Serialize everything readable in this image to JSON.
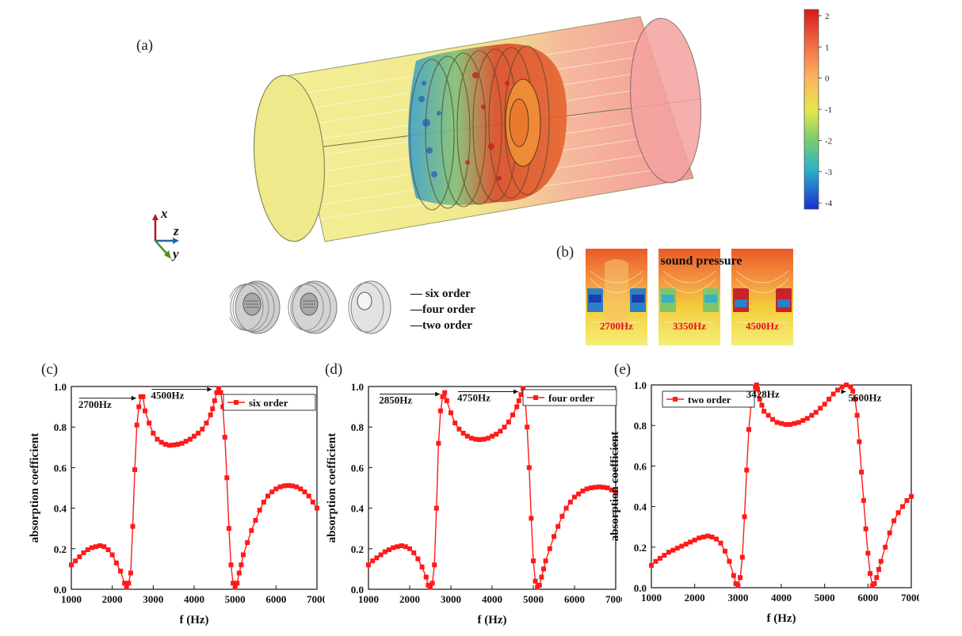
{
  "panel_labels": {
    "a": "(a)",
    "b": "(b)",
    "c": "(c)",
    "d": "(d)",
    "e": "(e)"
  },
  "axes_triad": {
    "x": "x",
    "z": "z",
    "y": "y"
  },
  "colorbar": {
    "ticks": [
      "2",
      "1",
      "0",
      "-1",
      "-2",
      "-3",
      "-4"
    ],
    "min": -4.2,
    "max": 2.2
  },
  "legend_orders": [
    "— six order",
    "—four order",
    "—two order"
  ],
  "panel_b": {
    "title": "sound pressure",
    "freqs": [
      "2700Hz",
      "3350Hz",
      "4500Hz"
    ]
  },
  "colors": {
    "series": "#ff1a1a",
    "freq_label": "#e8141c",
    "cylinder": "#f3ef98",
    "hot": "#f06a45"
  },
  "chart_data": [
    {
      "type": "line",
      "xlabel": "f (Hz)",
      "ylabel": "absorption coefficient",
      "xlim": [
        1000,
        7000
      ],
      "ylim": [
        0,
        1.0
      ],
      "xticks": [
        "1000",
        "2000",
        "3000",
        "4000",
        "5000",
        "6000",
        "7000"
      ],
      "yticks": [
        "0.0",
        "0.2",
        "0.4",
        "0.6",
        "0.8",
        "1.0"
      ],
      "legend_position": "top-right",
      "series": [
        {
          "name": "six order",
          "x": [
            1000,
            1100,
            1200,
            1300,
            1400,
            1500,
            1600,
            1700,
            1800,
            1900,
            2000,
            2100,
            2200,
            2300,
            2350,
            2400,
            2450,
            2500,
            2550,
            2600,
            2650,
            2700,
            2750,
            2800,
            2900,
            3000,
            3100,
            3200,
            3300,
            3400,
            3500,
            3600,
            3700,
            3800,
            3900,
            4000,
            4100,
            4200,
            4300,
            4400,
            4450,
            4500,
            4550,
            4600,
            4650,
            4700,
            4750,
            4800,
            4850,
            4900,
            4950,
            5000,
            5050,
            5100,
            5150,
            5200,
            5300,
            5400,
            5500,
            5600,
            5700,
            5800,
            5900,
            6000,
            6100,
            6200,
            6300,
            6400,
            6500,
            6600,
            6700,
            6800,
            6900,
            7000
          ],
          "values": [
            0.12,
            0.14,
            0.16,
            0.18,
            0.195,
            0.205,
            0.21,
            0.215,
            0.21,
            0.195,
            0.17,
            0.13,
            0.09,
            0.03,
            0.01,
            0.03,
            0.08,
            0.31,
            0.59,
            0.81,
            0.9,
            0.95,
            0.95,
            0.88,
            0.82,
            0.77,
            0.74,
            0.725,
            0.715,
            0.71,
            0.712,
            0.715,
            0.72,
            0.73,
            0.74,
            0.755,
            0.77,
            0.79,
            0.82,
            0.86,
            0.89,
            0.93,
            0.97,
            0.99,
            0.97,
            0.9,
            0.75,
            0.55,
            0.3,
            0.12,
            0.03,
            0.01,
            0.03,
            0.08,
            0.12,
            0.17,
            0.23,
            0.29,
            0.34,
            0.39,
            0.43,
            0.46,
            0.48,
            0.495,
            0.505,
            0.51,
            0.512,
            0.51,
            0.505,
            0.495,
            0.48,
            0.46,
            0.43,
            0.4
          ]
        }
      ],
      "annotations": [
        {
          "text": "2700Hz",
          "x": 2700,
          "y": 0.95
        },
        {
          "text": "4500Hz",
          "x": 4550,
          "y": 0.97
        }
      ]
    },
    {
      "type": "line",
      "xlabel": "f (Hz)",
      "ylabel": "absorption coefficient",
      "xlim": [
        1000,
        7000
      ],
      "ylim": [
        0,
        1.0
      ],
      "xticks": [
        "1000",
        "2000",
        "3000",
        "4000",
        "5000",
        "6000",
        "7000"
      ],
      "yticks": [
        "0.0",
        "0.2",
        "0.4",
        "0.6",
        "0.8",
        "1.0"
      ],
      "legend_position": "top-right",
      "series": [
        {
          "name": "four order",
          "x": [
            1000,
            1100,
            1200,
            1300,
            1400,
            1500,
            1600,
            1700,
            1800,
            1900,
            2000,
            2100,
            2200,
            2300,
            2400,
            2450,
            2500,
            2550,
            2600,
            2650,
            2700,
            2750,
            2800,
            2850,
            2900,
            3000,
            3100,
            3200,
            3300,
            3400,
            3500,
            3600,
            3700,
            3800,
            3900,
            4000,
            4100,
            4200,
            4300,
            4400,
            4500,
            4600,
            4650,
            4700,
            4750,
            4800,
            4850,
            4900,
            4950,
            5000,
            5050,
            5100,
            5150,
            5200,
            5250,
            5300,
            5400,
            5500,
            5600,
            5700,
            5800,
            5900,
            6000,
            6100,
            6200,
            6300,
            6400,
            6500,
            6600,
            6700,
            6800,
            6900,
            7000
          ],
          "values": [
            0.12,
            0.14,
            0.155,
            0.17,
            0.185,
            0.195,
            0.205,
            0.21,
            0.215,
            0.21,
            0.2,
            0.18,
            0.15,
            0.11,
            0.06,
            0.02,
            0.01,
            0.03,
            0.12,
            0.4,
            0.72,
            0.88,
            0.95,
            0.97,
            0.93,
            0.87,
            0.82,
            0.79,
            0.77,
            0.755,
            0.745,
            0.74,
            0.738,
            0.74,
            0.745,
            0.755,
            0.765,
            0.78,
            0.8,
            0.825,
            0.86,
            0.9,
            0.93,
            0.96,
            0.99,
            0.95,
            0.8,
            0.6,
            0.35,
            0.14,
            0.04,
            0.01,
            0.02,
            0.06,
            0.1,
            0.14,
            0.2,
            0.26,
            0.31,
            0.36,
            0.4,
            0.43,
            0.455,
            0.47,
            0.485,
            0.495,
            0.5,
            0.503,
            0.505,
            0.503,
            0.5,
            0.49,
            0.48
          ]
        }
      ],
      "annotations": [
        {
          "text": "2850Hz",
          "x": 2850,
          "y": 0.97
        },
        {
          "text": "4750Hz",
          "x": 4750,
          "y": 0.99
        }
      ]
    },
    {
      "type": "line",
      "xlabel": "f (Hz)",
      "ylabel": "absorption coefficient",
      "xlim": [
        1000,
        7000
      ],
      "ylim": [
        0,
        1.0
      ],
      "xticks": [
        "1000",
        "2000",
        "3000",
        "4000",
        "5000",
        "6000",
        "7000"
      ],
      "yticks": [
        "0.0",
        "0.2",
        "0.4",
        "0.6",
        "0.8",
        "1.0"
      ],
      "legend_position": "top-left",
      "series": [
        {
          "name": "two order",
          "x": [
            1000,
            1100,
            1200,
            1300,
            1400,
            1500,
            1600,
            1700,
            1800,
            1900,
            2000,
            2100,
            2200,
            2300,
            2400,
            2500,
            2600,
            2700,
            2800,
            2900,
            2950,
            3000,
            3050,
            3100,
            3150,
            3200,
            3250,
            3300,
            3350,
            3400,
            3428,
            3450,
            3500,
            3550,
            3600,
            3700,
            3800,
            3900,
            4000,
            4100,
            4200,
            4300,
            4400,
            4500,
            4600,
            4700,
            4800,
            4900,
            5000,
            5100,
            5200,
            5300,
            5400,
            5500,
            5600,
            5650,
            5700,
            5750,
            5800,
            5850,
            5900,
            5950,
            6000,
            6050,
            6100,
            6150,
            6200,
            6250,
            6300,
            6400,
            6500,
            6600,
            6700,
            6800,
            6900,
            7000
          ],
          "values": [
            0.11,
            0.13,
            0.145,
            0.16,
            0.175,
            0.185,
            0.195,
            0.205,
            0.215,
            0.225,
            0.235,
            0.245,
            0.25,
            0.255,
            0.25,
            0.24,
            0.22,
            0.18,
            0.13,
            0.06,
            0.02,
            0.01,
            0.05,
            0.15,
            0.35,
            0.58,
            0.78,
            0.9,
            0.96,
            0.99,
            1.0,
            0.98,
            0.93,
            0.9,
            0.87,
            0.85,
            0.83,
            0.815,
            0.81,
            0.805,
            0.805,
            0.81,
            0.815,
            0.825,
            0.835,
            0.85,
            0.865,
            0.885,
            0.905,
            0.93,
            0.955,
            0.975,
            0.99,
            1.0,
            0.99,
            0.97,
            0.93,
            0.85,
            0.72,
            0.57,
            0.43,
            0.29,
            0.17,
            0.07,
            0.01,
            0.02,
            0.05,
            0.09,
            0.13,
            0.2,
            0.27,
            0.33,
            0.37,
            0.4,
            0.43,
            0.45
          ]
        }
      ],
      "annotations": [
        {
          "text": "3428Hz",
          "x": 3428,
          "y": 1.0
        },
        {
          "text": "5600Hz",
          "x": 5600,
          "y": 0.99
        }
      ]
    }
  ]
}
